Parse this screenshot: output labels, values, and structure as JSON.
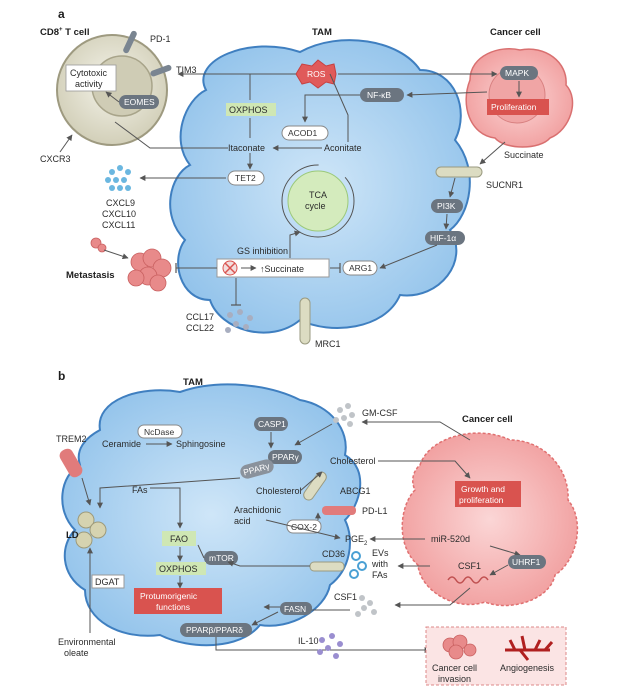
{
  "panel_a": {
    "letter": "a",
    "cd8_title": "CD8",
    "cd8_sup": "+",
    "cd8_suffix": " T cell",
    "tam_title": "TAM",
    "cancer_title": "Cancer cell",
    "pd1": "PD-1",
    "tim3": "TIM3",
    "cytotoxic_line1": "Cytotoxic",
    "cytotoxic_line2": "activity",
    "eomes": "EOMES",
    "ros": "ROS",
    "mapk": "MAPK",
    "proliferation": "Proliferation",
    "nfkb": "NF-κB",
    "oxphos": "OXPHOS",
    "acod1": "ACOD1",
    "itaconate": "Itaconate",
    "aconitate": "Aconitate",
    "cxcr3": "CXCR3",
    "tet2": "TET2",
    "succinate": "Succinate",
    "sucnr1": "SUCNR1",
    "tca_line1": "TCA",
    "tca_line2": "cycle",
    "cxcl9": "CXCL9",
    "cxcl10": "CXCL10",
    "cxcl11": "CXCL11",
    "pi3k": "PI3K",
    "hif1a": "HIF-1α",
    "gs_inhibition": "GS inhibition",
    "metastasis": "Metastasis",
    "up_succinate": "↑Succinate",
    "arg1": "ARG1",
    "ccl17": "CCL17",
    "ccl22": "CCL22",
    "mrc1": "MRC1"
  },
  "panel_b": {
    "letter": "b",
    "tam_title": "TAM",
    "cancer_title": "Cancer cell",
    "trem2": "TREM2",
    "ncdase": "NcDase",
    "ceramide": "Ceramide",
    "sphingosine": "Sphingosine",
    "casp1": "CASP1",
    "pparg_a": "PPARγ",
    "pparg_b": "PPARγ",
    "gmcsf": "GM-CSF",
    "cholesterol_out": "Cholesterol",
    "cholesterol_in": "Cholesterol",
    "fas": "FAs",
    "abcg1": "ABCG1",
    "growth_line1": "Growth and",
    "growth_line2": "proliferation",
    "arachidonic_line1": "Arachidonic",
    "arachidonic_line2": "acid",
    "pdl1": "PD-L1",
    "ld": "LD",
    "fao": "FAO",
    "cox2": "COX-2",
    "pge": "PGE",
    "pge_sub": "2",
    "mir": "miR-520d",
    "mtor": "mTOR",
    "oxphos": "OXPHOS",
    "cd36": "CD36",
    "evs_line1": "EVs",
    "evs_line2": "with",
    "evs_line3": "FAs",
    "uhrf1": "UHRF1",
    "dgat": "DGAT",
    "csf1_in": "CSF1",
    "protumor_line1": "Protumorigenic",
    "protumor_line2": "functions",
    "csf1_out": "CSF1",
    "fasn": "FASN",
    "ppar_bd": "PPARβ/PPARδ",
    "env_line1": "Environmental",
    "env_line2": "oleate",
    "il10": "IL-10",
    "cancer_invasion_line1": "Cancer cell",
    "cancer_invasion_line2": "invasion",
    "angiogenesis": "Angiogenesis"
  },
  "colors": {
    "tam_fill": "#a9d3f2",
    "tam_stroke": "#3f7fc0",
    "cancer_fill": "#f6b9b9",
    "red_box": "#d9534f",
    "grey_pill": "#6b7580",
    "green_box": "#cfe7b4"
  }
}
